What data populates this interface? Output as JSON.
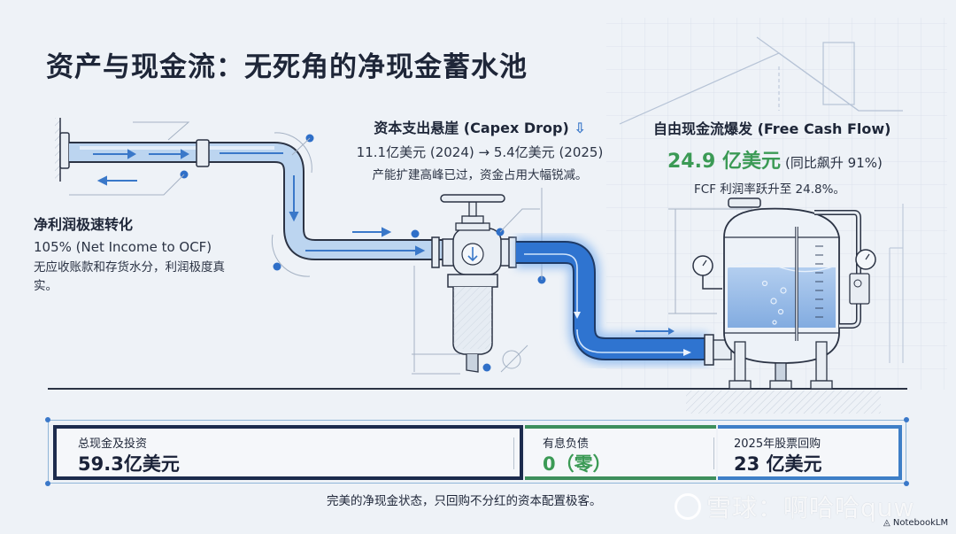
{
  "title": "资产与现金流：无死角的净现金蓄水池",
  "callouts": {
    "left": {
      "title": "净利润极速转化",
      "metric": "105% (Net Income to OCF)",
      "description": "无应收账款和存货水分，利润极度真实。"
    },
    "middle": {
      "title": "资本支出悬崖 (Capex Drop)",
      "arrow": "⇩",
      "metric": "11.1亿美元 (2024) → 5.4亿美元 (2025)",
      "description": "产能扩建高峰已过，资金占用大幅锐减。"
    },
    "right": {
      "title": "自由现金流爆发 (Free Cash Flow)",
      "value": "24.9 亿美元",
      "value_note": "(同比飙升 91%)",
      "description": "FCF 利润率跃升至 24.8%。"
    }
  },
  "stats": [
    {
      "label": "总现金及投资",
      "value": "59.3亿美元",
      "accent": "#1c2b4d"
    },
    {
      "label": "有息负债",
      "value": "0（零）",
      "accent": "#3d8f5c"
    },
    {
      "label": "2025年股票回购",
      "value": "23 亿美元",
      "accent": "#3e7fc7"
    }
  ],
  "footer_note": "完美的净现金状态，只回购不分红的资本配置极客。",
  "watermark": "雪球：啊哈哈quw",
  "brand": "NotebookLM",
  "colors": {
    "pipe_light": "#bcd5f0",
    "pipe_dark": "#2f74d0",
    "accent_blue": "#3a78c9",
    "accent_green": "#3b9a55",
    "navy": "#1c2b4d",
    "water": "#9cbfe8"
  }
}
